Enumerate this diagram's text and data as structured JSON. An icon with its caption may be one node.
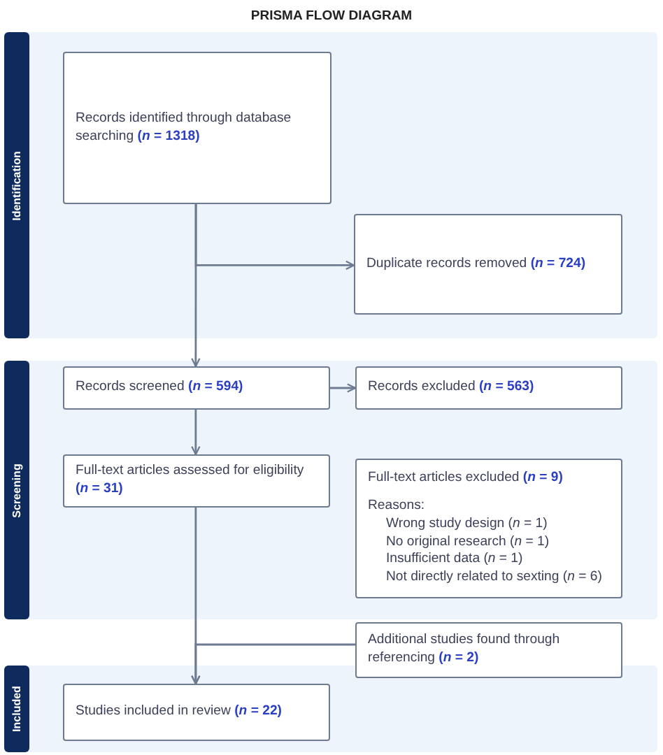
{
  "diagram": {
    "title": "PRISMA FLOW DIAGRAM",
    "nodes": [
      {
        "text": [
          "Identification"
        ]
      },
      {
        "text": [
          "Records identified through database searching **(*n* = 1318)**"
        ],
        "in": 0
      },
      {
        "text": [
          "Duplicate records removed **(*n* = 724)**"
        ],
        "in": 0
      },
      {
        "text": [
          "Screening"
        ]
      },
      {
        "text": [
          "Records screened **(*n* = 594)**"
        ],
        "in": 3
      },
      {
        "text": [
          "Records excluded **(*n* = 563)**"
        ],
        "in": 3
      },
      {
        "text": [
          "Full-text articles assessed for eligibility **(*n* = 31)**"
        ],
        "in": 3
      },
      {
        "text": [
          "Full-text articles excluded **(*n* = 9)**",
          "Reasons:",
          "Wrong study design (*n* = 1)",
          "No original research (*n* = 1)",
          "Insufficient data (*n* = 1)",
          "Not directly related to sexting (*n* = 6)"
        ],
        "in": 3
      },
      {
        "text": [
          "Additional studies found through referencing **(*n* = 2)**"
        ]
      },
      {
        "text": [
          "Included"
        ]
      },
      {
        "text": [
          "Studies included in review **(*n* = 22)**"
        ],
        "in": 9
      }
    ],
    "edges": [
      {
        "from": 1,
        "to": 2,
        "arrow": "to"
      },
      {
        "from": 1,
        "to": 4,
        "arrow": "to"
      },
      {
        "from": 4,
        "to": 5,
        "arrow": "to"
      },
      {
        "from": 4,
        "to": 6,
        "arrow": "to"
      },
      {
        "from": 6,
        "to": 10,
        "arrow": "to"
      },
      {
        "from": 8,
        "to": 10,
        "arrow": "to"
      }
    ]
  }
}
